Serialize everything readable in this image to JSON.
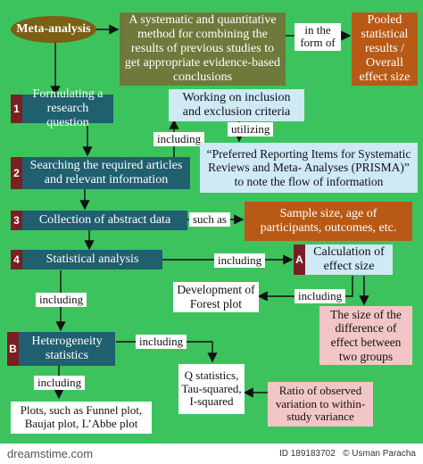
{
  "nodes": {
    "meta": "Meta-analysis",
    "definition": "A systematic and quantitative method for combining the results of previous studies to get appropriate evidence-based conclusions",
    "pooled": "Pooled statistical results / Overall effect size",
    "formulate": "Formulating a research question",
    "working": "Working on inclusion and exclusion criteria",
    "prisma": "“Preferred Reporting Items for Systematic Reviews and Meta- Analyses (PRISMA)” to note the flow of information",
    "search": "Searching the required articles and relevant information",
    "collection": "Collection of abstract data",
    "sample": "Sample size, age of participants, outcomes, etc.",
    "stat": "Statistical analysis",
    "calc": "Calculation of effect size",
    "forest": "Development of Forest plot",
    "difference": "The size of the difference of effect between two groups",
    "hetero": "Heterogeneity statistics",
    "qstat": "Q statistics, Tau-squared, I-squared",
    "ratio": "Ratio of observed variation to within-study variance",
    "plots": "Plots, such as Funnel plot, Baujat plot, L’Abbe plot"
  },
  "badges": {
    "one": "1",
    "two": "2",
    "three": "3",
    "four": "4",
    "a": "A",
    "b": "B"
  },
  "labels": {
    "in_form": "in the form of",
    "including_1": "including",
    "utilizing": "utilizing",
    "such_as": "such as",
    "including_2": "including",
    "including_3": "including",
    "including_4": "including",
    "including_5": "including",
    "including_6": "including"
  },
  "footer": {
    "brand": "dreamstime.com",
    "id": "ID 189183702",
    "author": "© Usman Paracha"
  },
  "colors": {
    "background": "#3cc35e",
    "teal": "#1f5f6e",
    "olive": "#6d7a3b",
    "orange": "#b85a16",
    "badge": "#7a1f24",
    "oval": "#7a5f15"
  }
}
